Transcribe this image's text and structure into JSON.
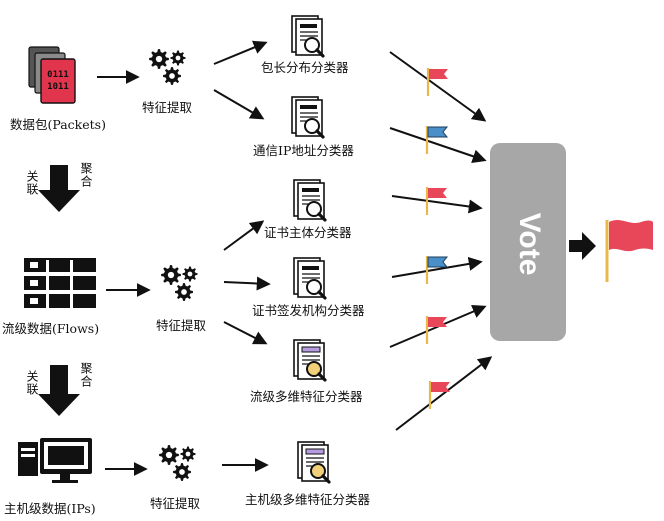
{
  "sources": {
    "packets": "数据包(Packets)",
    "flows": "流级数据(Flows)",
    "hosts": "主机级数据(IPs)"
  },
  "feature_extraction": "特征提取",
  "packet_icon_digits": [
    "0111",
    "1011"
  ],
  "relations": {
    "left": "关联",
    "right": "聚合"
  },
  "classifiers": [
    "包长分布分类器",
    "通信IP地址分类器",
    "证书主体分类器",
    "证书签发机构分类器",
    "流级多维特征分类器",
    "主机级多维特征分类器"
  ],
  "vote_label": "Vote",
  "colors": {
    "flag_red": "#e8475a",
    "flag_blue": "#4a90c8",
    "flag_pole": "#e8b94a",
    "vote_box": "#a7a7a7",
    "packet_icon": "#e0354c"
  },
  "icons": {
    "packet": "packet-data-icon",
    "gear": "gears-icon",
    "server": "server-rack-icon",
    "monitor": "monitor-icon",
    "classifier": "document-magnifier-icon",
    "flag": "flag-icon"
  }
}
